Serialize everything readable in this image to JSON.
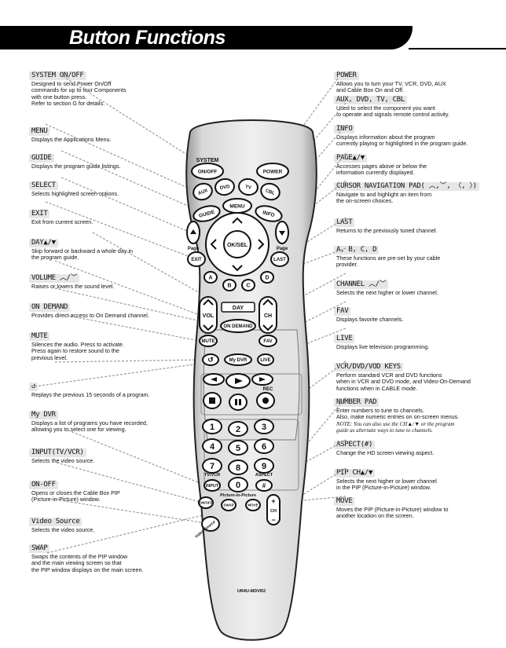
{
  "title": "Button Functions",
  "left_items": [
    {
      "heading": "SYSTEM ON/OFF",
      "lines": [
        "Designed to send Power On/Off",
        "commands for up to four Components",
        "with one button press.",
        "Refer to section G for details."
      ]
    },
    {
      "heading": "MENU",
      "lines": [
        "Displays the Applications Menu."
      ]
    },
    {
      "heading": "GUIDE",
      "lines": [
        "Displays the program guide listings."
      ]
    },
    {
      "heading": "SELECT",
      "lines": [
        "Selects highlighted screen options."
      ]
    },
    {
      "heading": "EXIT",
      "lines": [
        "Exit from current screen."
      ]
    },
    {
      "heading": "DAY▲/▼",
      "lines": [
        "Skip forward or backward a whole day in",
        "the program guide."
      ]
    },
    {
      "heading": "VOLUME ︿/﹀",
      "lines": [
        "Raises or lowers the sound level."
      ]
    },
    {
      "heading": "ON DEMAND",
      "lines": [
        "Provides direct access to On Demand channel."
      ]
    },
    {
      "heading": "MUTE",
      "lines": [
        "Silences the audio. Press to activate.",
        "Press again to restore sound to the",
        "previous level."
      ]
    },
    {
      "heading": "↺",
      "lines": [
        "Replays the previous 15 seconds of a program."
      ]
    },
    {
      "heading": "My DVR",
      "lines": [
        "Displays a list of programs you have recorded,",
        "allowing you to select one for viewing."
      ]
    },
    {
      "heading": "INPUT(TV/VCR)",
      "lines": [
        "Selects the video source."
      ]
    },
    {
      "heading": "ON-OFF",
      "lines": [
        "Opens or closes the Cable Box PIP",
        "(Picture-in-Picture) window."
      ]
    },
    {
      "heading": "Video Source",
      "lines": [
        "Selects the video source."
      ]
    },
    {
      "heading": "SWAP",
      "lines": [
        "Swaps the contents of the PIP window",
        "and the main viewing screen so that",
        "the PIP window displays on the main screen."
      ]
    }
  ],
  "right_items": [
    {
      "heading": "POWER",
      "lines": [
        "Allows you to turn your TV, VCR, DVD, AUX",
        "and Cable Box On and Off."
      ]
    },
    {
      "heading": "AUX, DVD, TV, CBL",
      "lines": [
        "Used to select the component you want",
        "to operate and signals remote control activity."
      ]
    },
    {
      "heading": "INFO",
      "lines": [
        "Displays information about the program",
        "currently playing or highlighted in the program guide."
      ]
    },
    {
      "heading": "PAGE▲/▼",
      "lines": [
        "Accesses pages above or below the",
        "information currently displayed."
      ]
    },
    {
      "heading": "CURSOR NAVIGATION PAD( ︿,﹀, 〈, 〉)",
      "lines": [
        "Navigate to and highlight an item from",
        "the on-screen choices."
      ]
    },
    {
      "heading": "LAST",
      "lines": [
        "Returns to the previously tuned channel."
      ]
    },
    {
      "heading": "A, B, C, D",
      "lines": [
        "These functions are pre-set by your cable",
        "provider."
      ]
    },
    {
      "heading": "CHANNEL ︿/﹀",
      "lines": [
        "Selects the next higher or lower channel."
      ]
    },
    {
      "heading": "FAV",
      "lines": [
        "Displays favorite channels."
      ]
    },
    {
      "heading": "LIVE",
      "lines": [
        "Displays live television programming."
      ]
    },
    {
      "heading": "VCR/DVD/VOD KEYS",
      "lines": [
        "Perform standard VCR and DVD functions",
        "when in VCR and DVD mode, and Video-On-Demand",
        "functions when in CABLE mode."
      ]
    },
    {
      "heading": "NUMBER PAD",
      "lines": [
        "Enter numbers to tune to channels.",
        "Also, make numeric entries on on-screen menus."
      ],
      "notes": [
        "NOTE: You can also use the CH▲/▼ or the program",
        "guide as alternate ways to tune to channels."
      ]
    },
    {
      "heading": "ASPECT(#)",
      "lines": [
        "Change the HD screen viewing aspect."
      ]
    },
    {
      "heading": "PIP CH▲/▼",
      "lines": [
        "Selects the next higher or lower channel",
        "in the PIP (Picture-in-Picture) window."
      ]
    },
    {
      "heading": "MOVE",
      "lines": [
        "Moves the PIP (Picture-in-Picture) window to",
        "another location on the screen."
      ]
    }
  ],
  "remote": {
    "system": "SYSTEM",
    "on_off": "ON/OFF",
    "power": "POWER",
    "aux": "AUX",
    "dvd": "DVD",
    "tv": "TV",
    "cbl": "CBL",
    "guide": "GUIDE",
    "menu": "MENU",
    "info": "INFO",
    "ok_sel": "OK/SEL",
    "page": "Page",
    "exit": "EXIT",
    "last": "LAST",
    "a": "A",
    "b": "B",
    "c": "C",
    "d": "D",
    "day": "DAY",
    "vol": "VOL",
    "ch": "CH",
    "on_demand": "ON DEMAND",
    "mute": "MUTE",
    "fav": "FAV",
    "my_dvr": "My DVR",
    "live": "LIVE",
    "rec": "REC",
    "tv_vcr": "TV/VCR",
    "input": "INPUT",
    "aspect": "ASPECT",
    "hash": "#",
    "pip_label": "Picture-in-Picture",
    "on_off_pip": "ON/OFF",
    "swap": "SWAP",
    "move": "MOVE",
    "video_source": "Video Source",
    "pip_ch": "CH",
    "model": "UR4U-MDVR2"
  }
}
